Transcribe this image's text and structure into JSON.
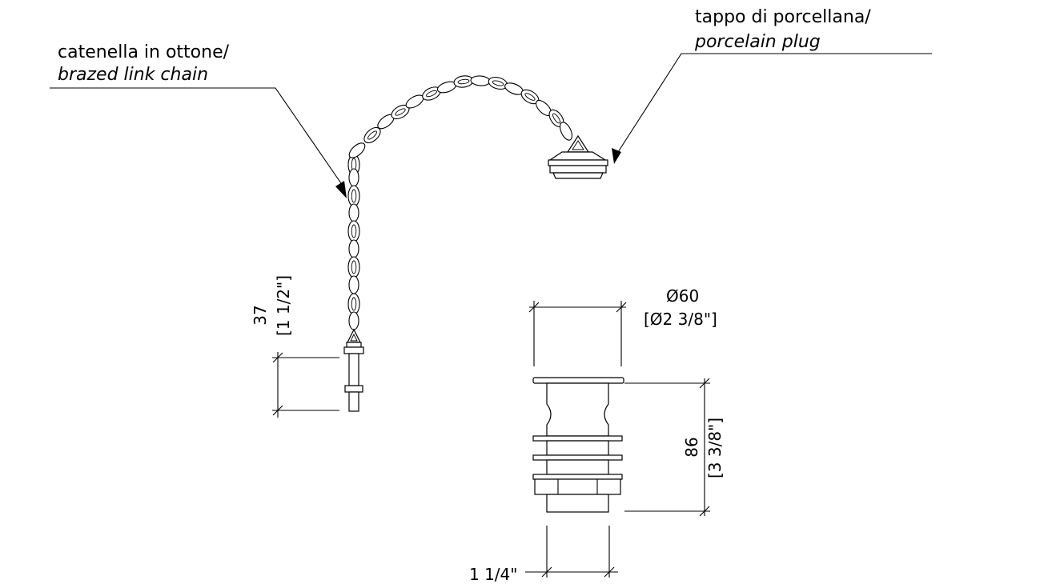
{
  "callouts": {
    "chain_it": "catenella in ottone/",
    "chain_en": "brazed link chain",
    "plug_it": "tappo di porcellana/",
    "plug_en": "porcelain plug"
  },
  "dimensions": {
    "chain_height_mm": "37",
    "chain_height_in": "[1 1/2\"]",
    "diameter_mm": "Ø60",
    "diameter_in": "[Ø2 3/8\"]",
    "body_height_mm": "86",
    "body_height_in": "[3 3/8\"]",
    "thread": "1 1/4\""
  }
}
